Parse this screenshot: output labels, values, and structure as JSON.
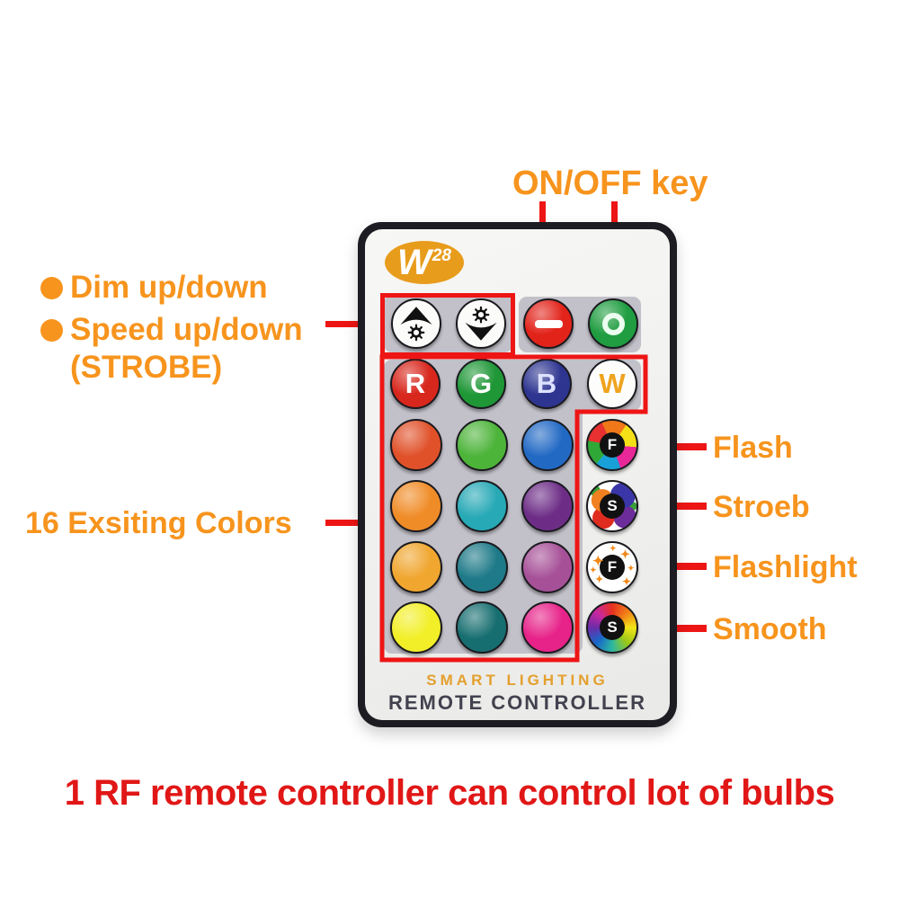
{
  "annotations": {
    "on_off_label": "ON/OFF key",
    "dim_label": "Dim up/down",
    "speed_label": "Speed up/down",
    "strobe_label": "(STROBE)",
    "colors_label": "16 Exsiting Colors",
    "flash_label": "Flash",
    "strobe_mode_label": "Stroeb",
    "flashlight_label": "Flashlight",
    "smooth_label": "Smooth",
    "bottom_caption": "1 RF remote controller can control lot of bulbs"
  },
  "remote": {
    "logo_text": "W",
    "logo_sup": "28",
    "brand_line1": "SMART LIGHTING",
    "brand_line2": "REMOTE CONTROLLER",
    "top_buttons": [
      "dim-up",
      "dim-down",
      "on",
      "off"
    ],
    "rgbw_buttons": [
      {
        "label": "R",
        "bg": "#d8271d",
        "fg": "#ffffff"
      },
      {
        "label": "G",
        "bg": "#1f9737",
        "fg": "#ffffff"
      },
      {
        "label": "B",
        "bg": "#2e3590",
        "fg": "#dde2ff"
      },
      {
        "label": "W",
        "bg": "#fdfdfc",
        "fg": "#efa31d"
      }
    ],
    "grid_colors": [
      "#e0512a",
      "#4db43a",
      "#2269c4",
      "#f08c28",
      "#27a9b6",
      "#6d2d87",
      "#f0a62f",
      "#1e7a88",
      "#a65097",
      "#f2ef28",
      "#176e70",
      "#e72289"
    ],
    "mode_buttons": [
      {
        "letter": "F",
        "kind": "flash"
      },
      {
        "letter": "S",
        "kind": "strobe"
      },
      {
        "letter": "F",
        "kind": "flashlight"
      },
      {
        "letter": "S",
        "kind": "smooth"
      }
    ]
  },
  "colors": {
    "accent_orange": "#f7941d",
    "annotation_red": "#ee1515",
    "caption_red": "#e11717",
    "brand_orange": "#e3a02e",
    "brand_dark": "#42424f",
    "panel_gray": "#c2c1c9"
  }
}
